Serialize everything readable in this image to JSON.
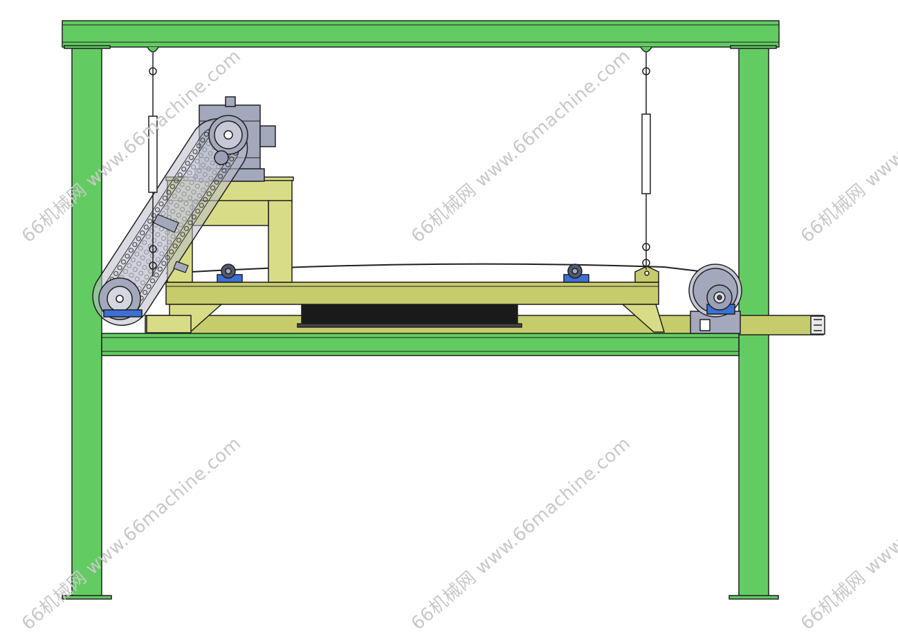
{
  "watermark": {
    "text": "66机械网 www.66machine.com",
    "color": "#c8c8c8"
  },
  "colors": {
    "frame_green": "#62cc62",
    "separator_yellow": "#d8dc86",
    "conveyor_yellow": "#c6cc6c",
    "gearbox_grey": "#a3a8bc",
    "bearing_blue": "#3d6fd6",
    "magnet_black": "#1a1a1a",
    "outline": "#1e1e1e"
  },
  "components": {
    "support_frame": "green-steel-support-frame",
    "separator": "suspended-magnetic-separator",
    "drive": "gear-reducer-with-chain-drive",
    "conveyor": "belt-conveyor"
  }
}
